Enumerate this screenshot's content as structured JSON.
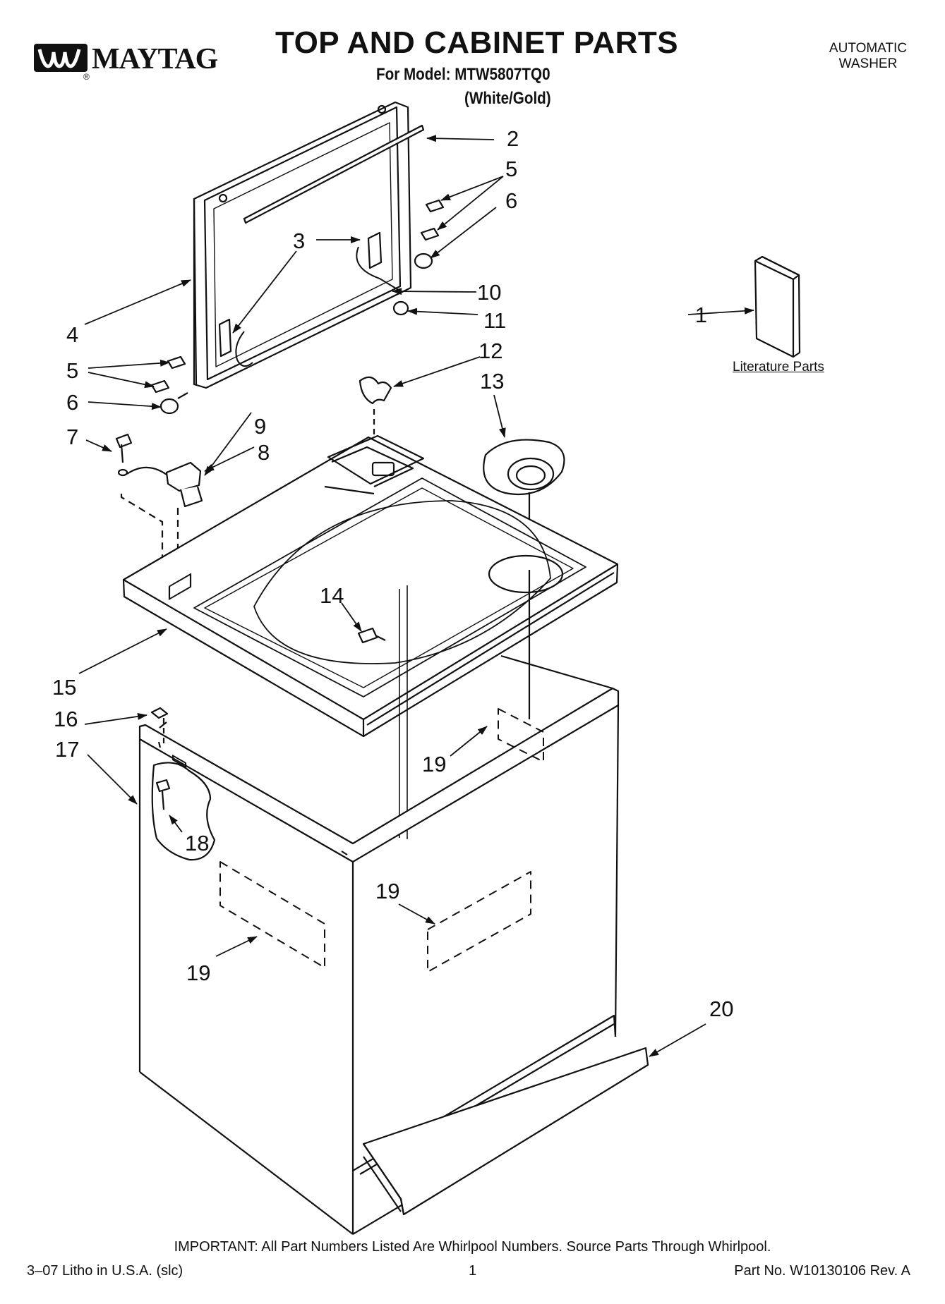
{
  "header": {
    "brand": "MAYTAG",
    "brand_registered": "®",
    "title": "TOP AND CABINET PARTS",
    "model_line": "For Model: MTW5807TQ0",
    "color_line": "(White/Gold)",
    "category_line1": "AUTOMATIC",
    "category_line2": "WASHER"
  },
  "literature_label": "Literature Parts",
  "callouts": [
    "1",
    "2",
    "3",
    "3",
    "4",
    "5",
    "5",
    "5",
    "5",
    "6",
    "6",
    "7",
    "8",
    "9",
    "10",
    "11",
    "12",
    "13",
    "14",
    "15",
    "16",
    "17",
    "18",
    "19",
    "19",
    "19",
    "19",
    "20"
  ],
  "footer": {
    "important": "IMPORTANT: All Part Numbers Listed Are Whirlpool Numbers. Source Parts Through Whirlpool.",
    "litho": "3–07 Litho in U.S.A. (slc)",
    "page_number": "1",
    "part_no": "Part No. W10130106 Rev. A"
  }
}
